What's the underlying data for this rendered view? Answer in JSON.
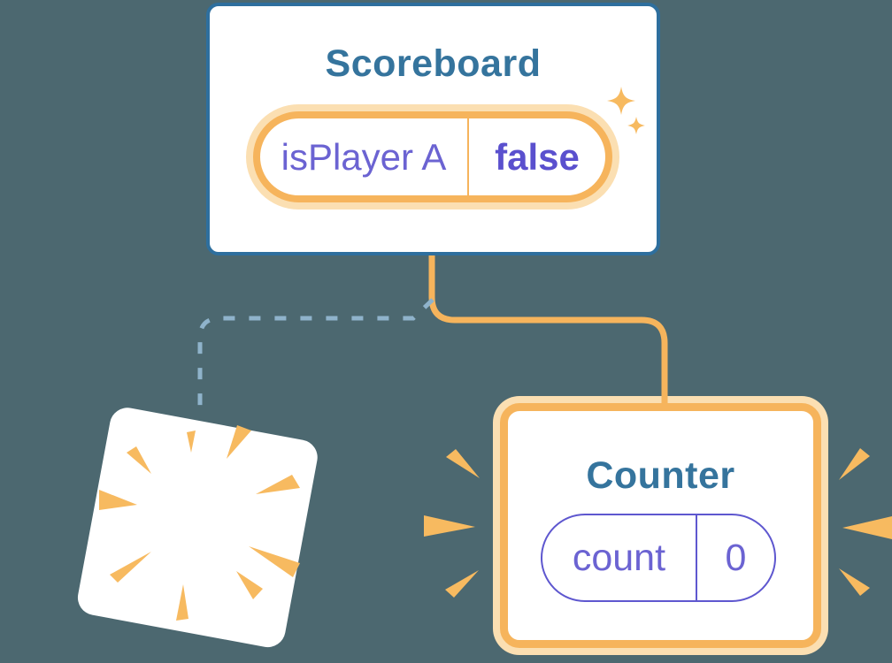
{
  "scoreboard": {
    "title": "Scoreboard",
    "state_key": "isPlayer A",
    "state_value": "false"
  },
  "counter": {
    "title": "Counter",
    "state_key": "count",
    "state_value": "0"
  },
  "colors": {
    "background": "#4C6870",
    "card_background": "#FFFFFF",
    "card_border_blue": "#2E6F9E",
    "title_text": "#35749D",
    "state_key_purple": "#6B63D2",
    "state_value_purple": "#5A50CE",
    "counter_pill_border": "#5E57CF",
    "orange": "#F6B45C",
    "orange_halo": "#FBDFB2",
    "burst_orange": "#F7BA60",
    "dashed_line_blue": "#8FB3CB"
  },
  "icons": {
    "sparkles": "sparkles-icon",
    "poof": "poof-burst-icon",
    "burst_left": "emphasis-burst-left-icon",
    "burst_right": "emphasis-burst-right-icon"
  }
}
